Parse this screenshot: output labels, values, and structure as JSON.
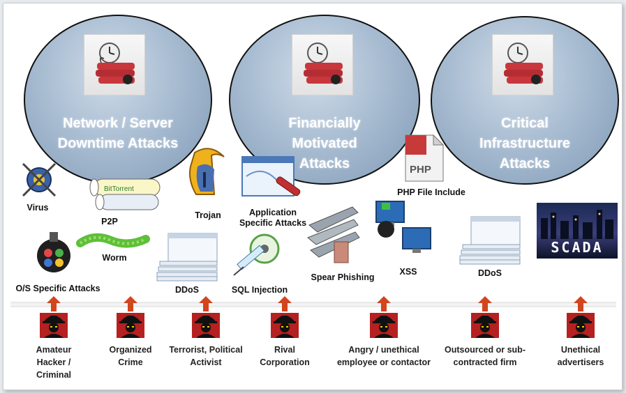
{
  "targets": [
    {
      "label": "Network / Server Downtime Attacks"
    },
    {
      "label": "Financially Motivated Attacks"
    },
    {
      "label": "Critical Infrastructure Attacks"
    }
  ],
  "attacks": {
    "virus": "Virus",
    "p2p": "P2P",
    "trojan": "Trojan",
    "app_specific": "Application Specific Attacks",
    "php_include": "PHP File Include",
    "worm": "Worm",
    "os_specific": "O/S Specific Attacks",
    "ddos_left": "DDoS",
    "sql_injection": "SQL Injection",
    "spear_phishing": "Spear Phishing",
    "xss": "XSS",
    "ddos_right": "DDoS",
    "scada": "SCADA",
    "php_badge": "PHP",
    "p2p_banner": "BitTorrent"
  },
  "actors": [
    {
      "label": "Amateur Hacker / Criminal"
    },
    {
      "label": "Organized Crime"
    },
    {
      "label": "Terrorist, Political Activist"
    },
    {
      "label": "Rival Corporation"
    },
    {
      "label": "Angry / unethical employee or contactor"
    },
    {
      "label": "Outsourced or sub-contracted firm"
    },
    {
      "label": "Unethical advertisers"
    }
  ],
  "colors": {
    "arrow": "#d2451e",
    "actor_bg": "#b52020",
    "circle_text": "#ffffff"
  }
}
